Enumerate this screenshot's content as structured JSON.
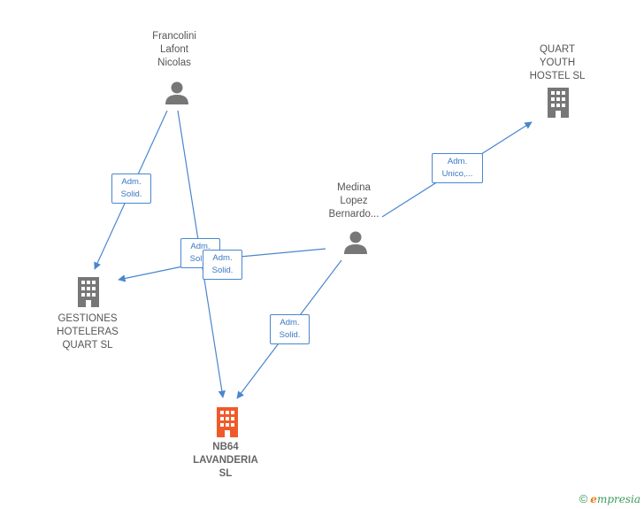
{
  "nodes": {
    "francolini": {
      "label": "Francolini\nLafont\nNicolas",
      "type": "person"
    },
    "quart_youth": {
      "label": "QUART\nYOUTH\nHOSTEL SL",
      "type": "company"
    },
    "medina": {
      "label": "Medina\nLopez\nBernardo...",
      "type": "person"
    },
    "gestiones": {
      "label": "GESTIONES\nHOTELERAS\nQUART  SL",
      "type": "company"
    },
    "nb64": {
      "label": "NB64\nLAVANDERIA\nSL",
      "type": "company-main"
    }
  },
  "edges": {
    "e1": {
      "label": "Adm.\nSolid."
    },
    "e2": {
      "label": "Adm.\nSolid."
    },
    "e3": {
      "label": "Adm.\nSolid."
    },
    "e4": {
      "label": "Adm.\nUnico,..."
    },
    "e5": {
      "label": "Adm.\nSolid."
    }
  },
  "colors": {
    "edge": "#4a86cf",
    "icon_gray": "#777777",
    "icon_main": "#f05a2a"
  },
  "footer": {
    "copyright": "©",
    "brand_initial": "e",
    "brand_rest": "mpresia"
  }
}
